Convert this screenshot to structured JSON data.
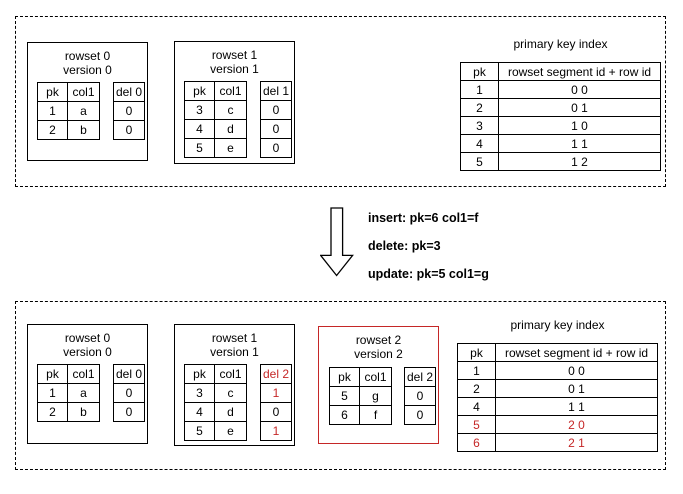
{
  "colors": {
    "accent_red": "#c52727",
    "ink": "#000000",
    "background": "#ffffff"
  },
  "icons": {
    "flow_arrow": "hollow-down-arrow"
  },
  "before": {
    "rowset0": {
      "title_line1": "rowset 0",
      "title_line2": "version 0",
      "main": {
        "headers": [
          "pk",
          "col1"
        ],
        "rows": [
          [
            "1",
            "a"
          ],
          [
            "2",
            "b"
          ]
        ]
      },
      "del": {
        "header": "del 0",
        "values": [
          "0",
          "0"
        ]
      }
    },
    "rowset1": {
      "title_line1": "rowset 1",
      "title_line2": "version 1",
      "main": {
        "headers": [
          "pk",
          "col1"
        ],
        "rows": [
          [
            "3",
            "c"
          ],
          [
            "4",
            "d"
          ],
          [
            "5",
            "e"
          ]
        ]
      },
      "del": {
        "header": "del 1",
        "values": [
          "0",
          "0",
          "0"
        ]
      }
    },
    "pk_index": {
      "title": "primary key index",
      "headers": [
        "pk",
        "rowset segment id + row id"
      ],
      "rows": [
        [
          "1",
          "0 0"
        ],
        [
          "2",
          "0 1"
        ],
        [
          "3",
          "1 0"
        ],
        [
          "4",
          "1 1"
        ],
        [
          "5",
          "1 2"
        ]
      ]
    }
  },
  "operations": {
    "insert": "insert: pk=6 col1=f",
    "delete": "delete: pk=3",
    "update": "update: pk=5 col1=g"
  },
  "after": {
    "rowset0": {
      "title_line1": "rowset 0",
      "title_line2": "version 0",
      "main": {
        "headers": [
          "pk",
          "col1"
        ],
        "rows": [
          [
            "1",
            "a"
          ],
          [
            "2",
            "b"
          ]
        ]
      },
      "del": {
        "header": "del 0",
        "values": [
          "0",
          "0"
        ]
      }
    },
    "rowset1": {
      "title_line1": "rowset 1",
      "title_line2": "version 1",
      "main": {
        "headers": [
          "pk",
          "col1"
        ],
        "rows": [
          [
            "3",
            "c"
          ],
          [
            "4",
            "d"
          ],
          [
            "5",
            "e"
          ]
        ]
      },
      "del": {
        "header": "del 2",
        "values": [
          "1",
          "0",
          "1"
        ]
      }
    },
    "rowset2": {
      "title_line1": "rowset 2",
      "title_line2": "version 2",
      "main": {
        "headers": [
          "pk",
          "col1"
        ],
        "rows": [
          [
            "5",
            "g"
          ],
          [
            "6",
            "f"
          ]
        ]
      },
      "del": {
        "header": "del 2",
        "values": [
          "0",
          "0"
        ]
      }
    },
    "pk_index": {
      "title": "primary key index",
      "headers": [
        "pk",
        "rowset segment id + row id"
      ],
      "rows": [
        [
          "1",
          "0 0"
        ],
        [
          "2",
          "0 1"
        ],
        [
          "4",
          "1 1"
        ],
        [
          "5",
          "2 0"
        ],
        [
          "6",
          "2 1"
        ]
      ]
    }
  }
}
